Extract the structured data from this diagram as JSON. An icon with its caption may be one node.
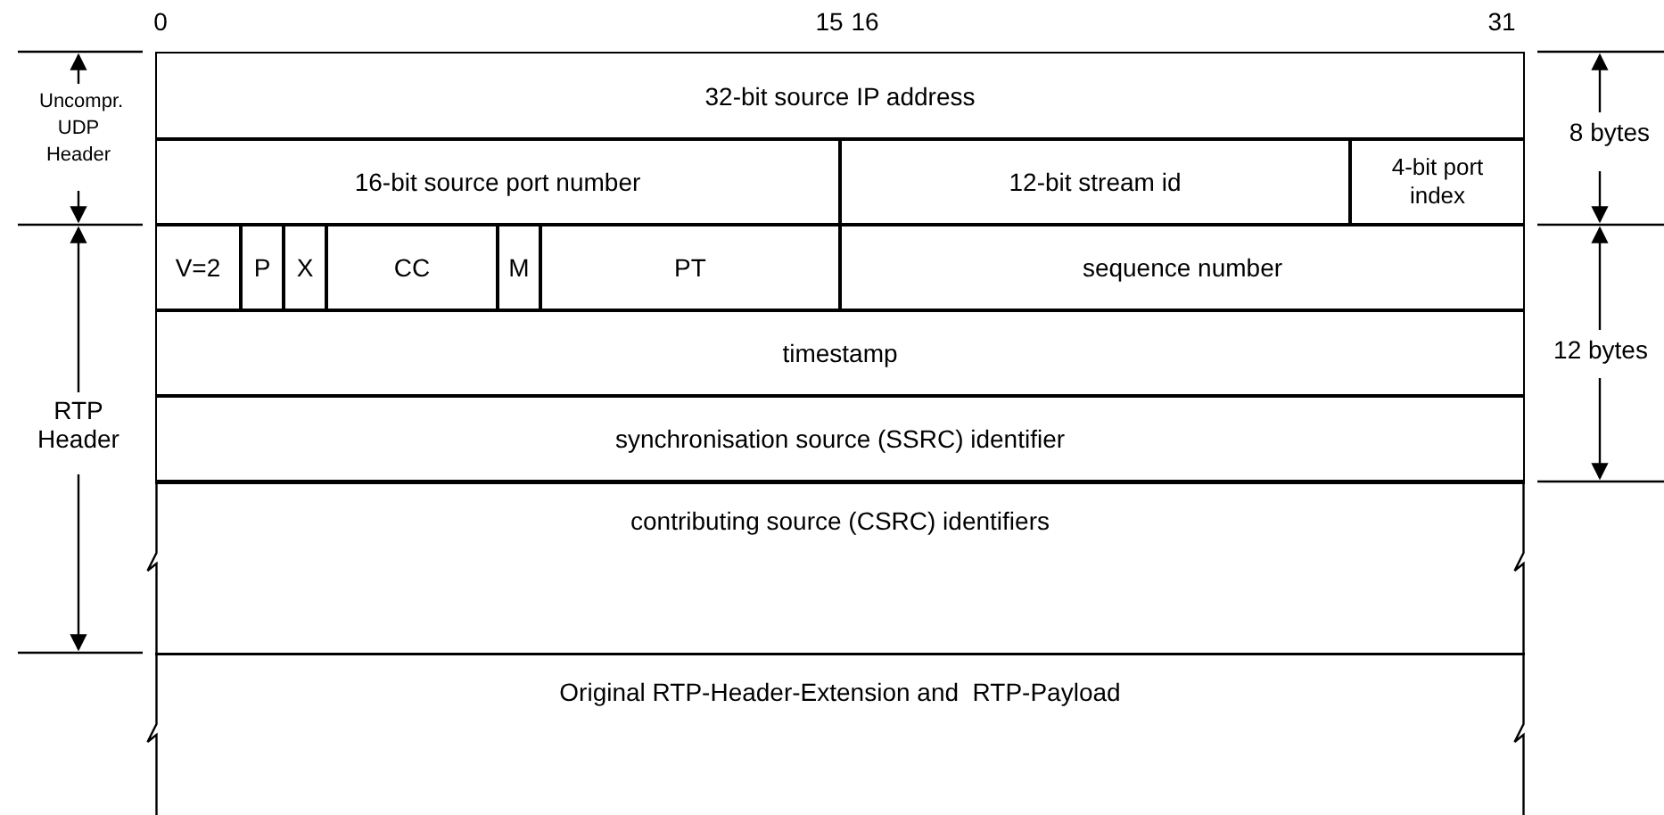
{
  "diagram": {
    "nodes": [
      {
        "text": [
          "32-bit source IP address"
        ]
      },
      {
        "text": [
          "16-bit source port number"
        ]
      },
      {
        "text": [
          "12-bit stream id"
        ]
      },
      {
        "text": [
          "4-bit port index"
        ]
      },
      {
        "text": [
          "V=2"
        ]
      },
      {
        "text": [
          "P"
        ]
      },
      {
        "text": [
          "X"
        ]
      },
      {
        "text": [
          "CC"
        ]
      },
      {
        "text": [
          "M"
        ]
      },
      {
        "text": [
          "PT"
        ]
      },
      {
        "text": [
          "sequence number"
        ]
      },
      {
        "text": [
          "timestamp"
        ]
      },
      {
        "text": [
          "synchronisation source (SSRC) identifier"
        ]
      },
      {
        "text": [
          "contributing source (CSRC) identifiers"
        ]
      },
      {
        "text": [
          "Original RTP-Header-Extension and  RTP-Payload"
        ]
      }
    ],
    "edges": [],
    "labels": [
      "0",
      "15",
      "16",
      "31",
      "Uncompr. UDP Header",
      "8 bytes",
      "RTP Header",
      "12 bytes"
    ]
  }
}
